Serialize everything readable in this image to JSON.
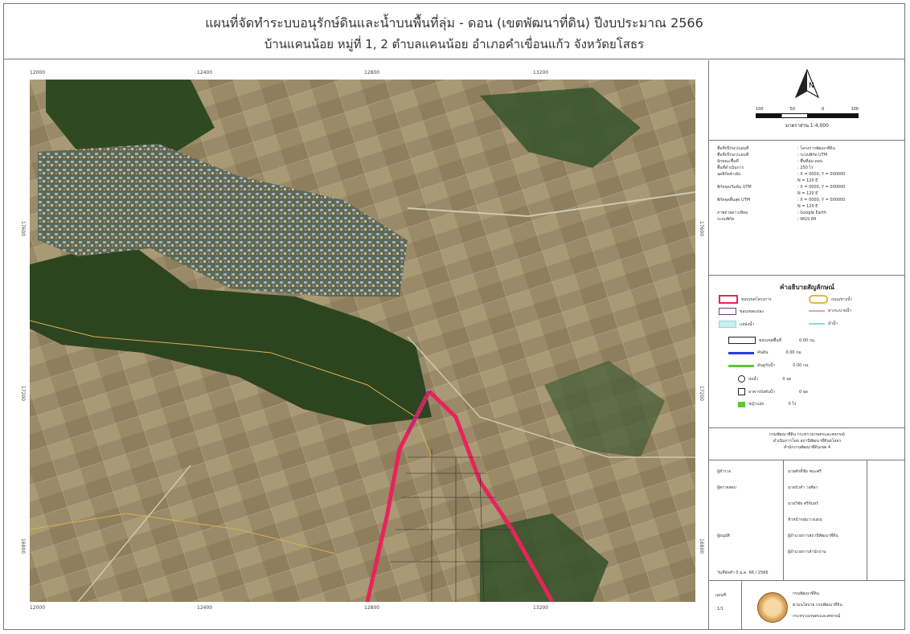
{
  "title": {
    "line1": "แผนที่จัดทำระบบอนุรักษ์ดินและน้ำบนพื้นที่ลุ่ม - ดอน (เขตพัฒนาที่ดิน) ปีงบประมาณ 2566",
    "line2": "บ้านแคนน้อย หมู่ที่ 1, 2 ตำบลแคนน้อย อำเภอคำเขื่อนแก้ว จังหวัดยโสธร"
  },
  "map": {
    "top_coords": [
      "12000",
      "12400",
      "12800",
      "13200"
    ],
    "bottom_coords": [
      "12000",
      "12400",
      "12800",
      "13200"
    ],
    "left_coords": [
      "17600",
      "17200",
      "16800"
    ],
    "right_coords": [
      "17600",
      "17200",
      "16800"
    ],
    "colors": {
      "boundary": "#e8235a",
      "road": "#e0c050",
      "water": "#8ab",
      "vegetation": "#2f4a22"
    }
  },
  "north": {
    "letter": "N"
  },
  "scale": {
    "ticks": [
      "100",
      "50",
      "0",
      "100"
    ],
    "ratio": "มาตราส่วน 1:4,000"
  },
  "info": [
    {
      "k": "ชื่อที่ปรึกษา/แผนที่",
      "v": ": โครงการพัฒนาที่ดิน"
    },
    {
      "k": "ชื่อที่ปรึกษา/แผนที่",
      "v": ": ระบบพิกัด UTM"
    },
    {
      "k": "ลักษณะพื้นที่",
      "v": ": พื้นที่ลุ่ม-ดอน"
    },
    {
      "k": "พื้นที่ดำเนินการ",
      "v": ": 250 ไร่"
    },
    {
      "k": "จุดพิกัดอ้างอิง",
      "v": ": X = 0000, Y = 000000"
    },
    {
      "k": "",
      "v": "  N = 120 E"
    },
    {
      "k": "พิกัดจุดเริ่มต้น UTM",
      "v": ": X = 0000, Y = 000000"
    },
    {
      "k": "",
      "v": "  N = 120 E"
    },
    {
      "k": "พิกัดจุดสิ้นสุด UTM",
      "v": ": X = 0000, Y = 000000"
    },
    {
      "k": "",
      "v": "  N = 120 E"
    },
    {
      "k": "ภาพถ่ายดาวเทียม",
      "v": ": Google Earth"
    },
    {
      "k": "ระบบพิกัด",
      "v": ": WGS 84"
    }
  ],
  "legend": {
    "title": "คำอธิบายสัญลักษณ์",
    "items": [
      {
        "label": "ขอบเขตโครงการ",
        "kind": "pinkrect",
        "color": "#e8235a"
      },
      {
        "label": "ถนน/ทางน้ำ",
        "kind": "yellowline",
        "color": "#e8b73a"
      },
      {
        "label": "ขอบเขตแปลง",
        "kind": "purplerect",
        "color": "#7a3a8a"
      },
      {
        "label": "ทางระบายน้ำ",
        "kind": "line",
        "color": "#d8a8c8"
      },
      {
        "label": "แหล่งน้ำ",
        "kind": "cyanrect",
        "color": "#8ed8d8"
      },
      {
        "label": "ลำน้ำ",
        "kind": "line",
        "color": "#8ed8d8"
      },
      {
        "label": "ขอบเขตพื้นที่",
        "kind": "blackrect",
        "color": "#222"
      },
      {
        "label": "คันดิน",
        "kind": "blueline",
        "color": "#2a3ad8"
      },
      {
        "label": "คันคูรับน้ำ",
        "kind": "greenline",
        "color": "#5ac83a"
      },
      {
        "label": "บ่อน้ำ",
        "kind": "circle",
        "color": "#222"
      },
      {
        "label": "อาคารบังคับน้ำ",
        "kind": "square",
        "color": "#222"
      },
      {
        "label": "หญ้าแฝก",
        "kind": "greenrect",
        "color": "#5ac83a"
      }
    ],
    "values": [
      "0.00 กม.",
      "0.00 กม.",
      "0.00 กม.",
      "0 จุด",
      "0 จุด",
      "0 ไร่"
    ]
  },
  "credits": {
    "line1": "กรมพัฒนาที่ดิน กระทรวงเกษตรและสหกรณ์",
    "line2": "ดำเนินการโดย สถานีพัฒนาที่ดินยโสธร",
    "line3": "สำนักงานพัฒนาที่ดินเขต 4"
  },
  "table": {
    "rows": [
      {
        "a": "ผู้สำรวจ",
        "b": "นายศักดิ์ชัย ชนะศรี"
      },
      {
        "a": "ผู้ตรวจสอบ",
        "b": "นายบัวคำ วงศ์ษา"
      },
      {
        "a": "",
        "b": "นายวิชัย ศรีจันทร์"
      },
      {
        "a": "",
        "b": "หัวหน้ากลุ่มวางแผน"
      },
      {
        "a": "ผู้อนุมัติ",
        "b": "ผู้อำนวยการสถานีพัฒนาที่ดิน"
      },
      {
        "a": "",
        "b": "ผู้อำนวยการสำนักงาน"
      }
    ],
    "sheet_label": "แผนที่",
    "sheet_no": "1/1",
    "date": "วันที่จัดทำ 0 ม.ค. 66 / 2566"
  },
  "footer": {
    "org1": "กรมพัฒนาที่ดิน",
    "org2": "ตามนโยบาย กรมพัฒนาที่ดิน",
    "org3": "กระทรวงเกษตรและสหกรณ์"
  }
}
